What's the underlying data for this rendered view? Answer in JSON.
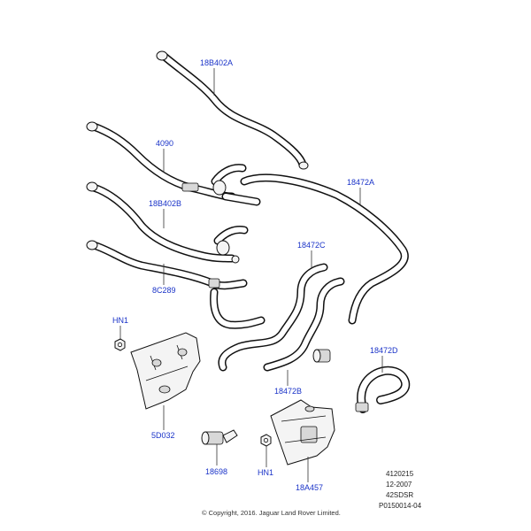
{
  "callouts": {
    "c_18B402A": "18B402A",
    "c_4090": "4090",
    "c_18472A": "18472A",
    "c_18B402B": "18B402B",
    "c_18472C": "18472C",
    "c_8C289": "8C289",
    "c_HN1_top": "HN1",
    "c_18472D": "18472D",
    "c_18472B": "18472B",
    "c_5D032": "5D032",
    "c_18698": "18698",
    "c_HN1_bottom": "HN1",
    "c_18A457": "18A457"
  },
  "meta": {
    "line1": "4120215",
    "line2": "12-2007",
    "line3": "42SDSR",
    "line4": "P0150014-04"
  },
  "copyright": "© Copyright, 2016. Jaguar Land Rover Limited.",
  "colors": {
    "callout": "#1a33c8",
    "line": "#111111"
  }
}
